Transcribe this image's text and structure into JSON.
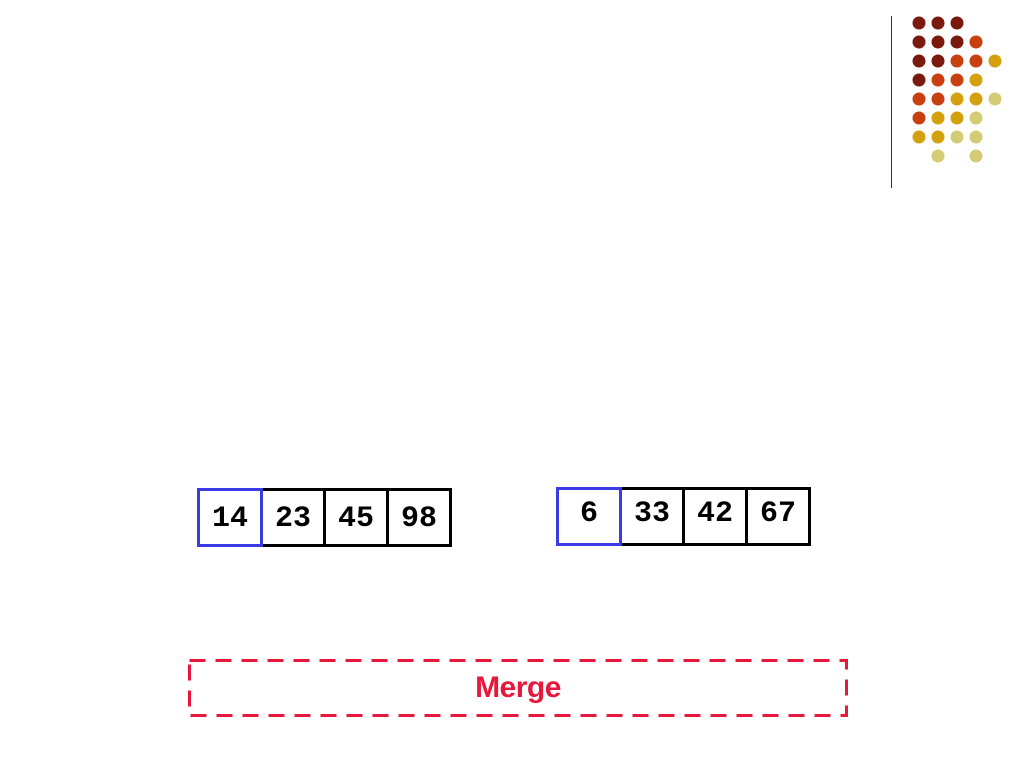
{
  "decoration": {
    "dot_colors": [
      "#7a1a0e",
      "#c8400f",
      "#d4a00e",
      "#d4cc74"
    ],
    "dot_rows": [
      [
        0,
        0,
        0,
        null,
        null
      ],
      [
        0,
        0,
        0,
        1,
        null
      ],
      [
        0,
        0,
        1,
        1,
        2
      ],
      [
        0,
        1,
        1,
        2,
        null
      ],
      [
        1,
        1,
        2,
        2,
        3
      ],
      [
        1,
        2,
        2,
        3,
        null
      ],
      [
        2,
        2,
        3,
        3,
        null
      ],
      [
        null,
        3,
        null,
        3,
        null
      ]
    ]
  },
  "left_array": {
    "cells": [
      "14",
      "23",
      "45",
      "98"
    ],
    "active_index": 0
  },
  "right_array": {
    "cells": [
      "6",
      "33",
      "42",
      "67"
    ],
    "active_index": 0
  },
  "merge": {
    "label": "Merge",
    "color": "#e8173c"
  },
  "colors": {
    "active_border": "#3a3ae6",
    "cell_border": "#000000"
  }
}
